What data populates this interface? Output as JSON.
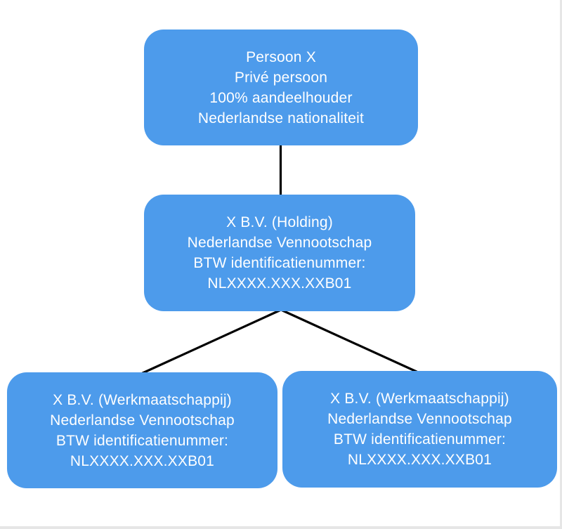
{
  "diagram": {
    "type": "org-chart",
    "nodes": [
      {
        "id": "person",
        "lines": [
          "Persoon X",
          "Privé persoon",
          "100% aandeelhouder",
          "Nederlandse nationaliteit"
        ]
      },
      {
        "id": "holding",
        "lines": [
          "X B.V. (Holding)",
          "Nederlandse Vennootschap",
          "BTW identificatienummer:",
          "NLXXXX.XXX.XXB01"
        ]
      },
      {
        "id": "werkmaatschappij-1",
        "lines": [
          "X B.V. (Werkmaatschappij)",
          "Nederlandse Vennootschap",
          "BTW identificatienummer:",
          "NLXXXX.XXX.XXB01"
        ]
      },
      {
        "id": "werkmaatschappij-2",
        "lines": [
          "X B.V. (Werkmaatschappij)",
          "Nederlandse Vennootschap",
          "BTW identificatienummer:",
          "NLXXXX.XXX.XXB01"
        ]
      }
    ],
    "edges": [
      {
        "from": "person",
        "to": "holding"
      },
      {
        "from": "holding",
        "to": "werkmaatschappij-1"
      },
      {
        "from": "holding",
        "to": "werkmaatschappij-2"
      }
    ]
  },
  "colors": {
    "node_fill": "#4d9beb",
    "node_text": "#ffffff",
    "connector": "#000000",
    "background": "#ffffff",
    "edge_shade": "#e6e6e6"
  }
}
